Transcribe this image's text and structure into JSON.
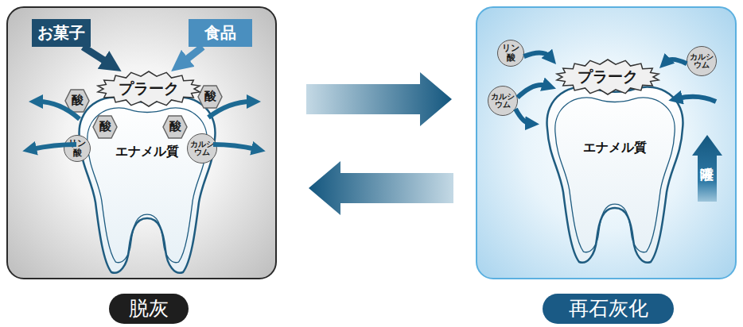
{
  "diagram": {
    "nodes": [
      {
        "text": [
          "脱灰"
        ]
      },
      {
        "text": [
          "お菓子"
        ],
        "in": 0
      },
      {
        "text": [
          "食品"
        ],
        "in": 0
      },
      {
        "text": [
          "プラーク"
        ],
        "in": 0
      },
      {
        "text": [
          "酸"
        ],
        "in": 0
      },
      {
        "text": [
          "酸"
        ],
        "in": 0
      },
      {
        "text": [
          "酸"
        ],
        "in": 0
      },
      {
        "text": [
          "酸"
        ],
        "in": 0
      },
      {
        "text": [
          "エナメル質"
        ],
        "in": 0
      },
      {
        "text": [
          "リン 酸"
        ],
        "in": 0
      },
      {
        "text": [
          "カルシ ウム"
        ],
        "in": 0
      },
      {
        "text": [
          "再石灰化"
        ]
      },
      {
        "text": [
          "リン 酸"
        ],
        "in": 11
      },
      {
        "text": [
          "カルシ ウム"
        ],
        "in": 11
      },
      {
        "text": [
          "カルシ ウム"
        ],
        "in": 11
      },
      {
        "text": [
          "プラーク"
        ],
        "in": 11
      },
      {
        "text": [
          "エナメル質"
        ],
        "in": 11
      },
      {
        "text": [
          "唾液"
        ],
        "in": 11
      }
    ],
    "edges": [
      {
        "from": 0,
        "to": 11,
        "arrow": "to"
      },
      {
        "from": 11,
        "to": 0,
        "arrow": "to"
      },
      {
        "from": 1,
        "to": 3,
        "arrow": "to"
      },
      {
        "from": 2,
        "to": 3,
        "arrow": "to"
      },
      {
        "from": 12,
        "to": 15,
        "arrow": "to"
      },
      {
        "from": 14,
        "to": 15,
        "arrow": "to"
      },
      {
        "from": 14,
        "to": 16,
        "arrow": "to"
      },
      {
        "from": 13,
        "to": 15,
        "arrow": "to"
      }
    ]
  }
}
